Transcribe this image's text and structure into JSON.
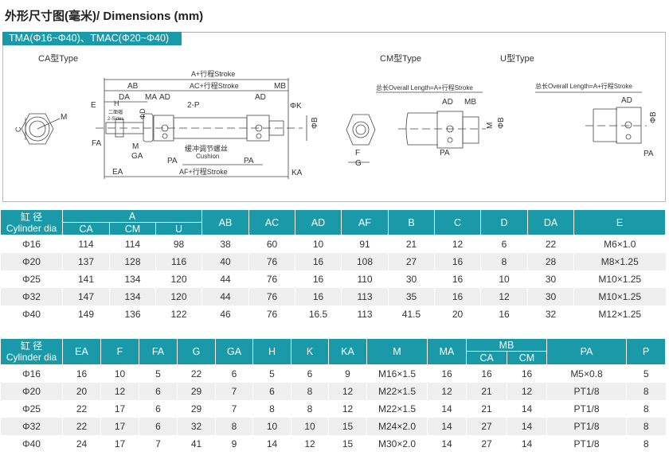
{
  "title": "外形尺寸图(毫米)/ Dimensions (mm)",
  "panel_tab": "TMA(Φ16~Φ40)、TMAC(Φ20~Φ40)",
  "diagram": {
    "ca_type": "CA型Type",
    "cm_type": "CM型Type",
    "u_type": "U型Type",
    "a_stroke": "A+行程Stroke",
    "ac_stroke": "AC+行程Stroke",
    "af_stroke": "AF+行程Stroke",
    "overall": "总长Overall Length=A+行程Stroke",
    "ab": "AB",
    "mb": "MB",
    "da": "DA",
    "ma": "MA",
    "ad": "AD",
    "e": "E",
    "h": "H",
    "two_sides": "二面幅",
    "two_sides_en": "2-Sides",
    "d": "ΦD",
    "two_p": "2-P",
    "phi_k": "ΦK",
    "phi_b": "ΦB",
    "m": "M",
    "c": "C",
    "fa": "FA",
    "ga": "GA",
    "pa": "PA",
    "ea": "EA",
    "ka": "KA",
    "f": "F",
    "g": "G",
    "cushion_cn": "缓冲调节螺丝",
    "cushion_en": "Cushion"
  },
  "table1": {
    "cyl_cn": "缸 径",
    "cyl_en": "Cylinder dia",
    "a_group": "A",
    "headers": [
      "CA",
      "CM",
      "U",
      "AB",
      "AC",
      "AD",
      "AF",
      "B",
      "C",
      "D",
      "DA",
      "E"
    ],
    "rows": [
      [
        "Φ16",
        "114",
        "114",
        "98",
        "38",
        "60",
        "10",
        "91",
        "21",
        "12",
        "6",
        "22",
        "M6×1.0"
      ],
      [
        "Φ20",
        "137",
        "128",
        "116",
        "40",
        "76",
        "16",
        "108",
        "27",
        "16",
        "8",
        "28",
        "M8×1.25"
      ],
      [
        "Φ25",
        "141",
        "134",
        "120",
        "44",
        "76",
        "16",
        "110",
        "30",
        "16",
        "10",
        "30",
        "M10×1.25"
      ],
      [
        "Φ32",
        "147",
        "134",
        "120",
        "44",
        "76",
        "16",
        "113",
        "35",
        "16",
        "12",
        "30",
        "M10×1.25"
      ],
      [
        "Φ40",
        "149",
        "136",
        "122",
        "46",
        "76",
        "16.5",
        "113",
        "41.5",
        "20",
        "16",
        "32",
        "M12×1.25"
      ]
    ]
  },
  "table2": {
    "cyl_cn": "缸 径",
    "cyl_en": "Cylinder dia",
    "mb_group": "MB",
    "headers": [
      "EA",
      "F",
      "FA",
      "G",
      "GA",
      "H",
      "K",
      "KA",
      "M",
      "MA",
      "CA",
      "CM",
      "PA",
      "P"
    ],
    "rows": [
      [
        "Φ16",
        "16",
        "10",
        "5",
        "22",
        "6",
        "5",
        "6",
        "9",
        "M16×1.5",
        "16",
        "16",
        "16",
        "M5×0.8",
        "5"
      ],
      [
        "Φ20",
        "20",
        "12",
        "6",
        "29",
        "7",
        "6",
        "8",
        "12",
        "M22×1.5",
        "12",
        "21",
        "12",
        "PT1/8",
        "8"
      ],
      [
        "Φ25",
        "22",
        "17",
        "6",
        "29",
        "7",
        "8",
        "8",
        "12",
        "M22×1.5",
        "14",
        "21",
        "14",
        "PT1/8",
        "8"
      ],
      [
        "Φ32",
        "22",
        "17",
        "6",
        "32",
        "8",
        "10",
        "10",
        "15",
        "M24×2.0",
        "14",
        "27",
        "14",
        "PT1/8",
        "8"
      ],
      [
        "Φ40",
        "24",
        "17",
        "7",
        "41",
        "9",
        "14",
        "12",
        "15",
        "M30×2.0",
        "14",
        "27",
        "14",
        "PT1/8",
        "8"
      ]
    ]
  }
}
